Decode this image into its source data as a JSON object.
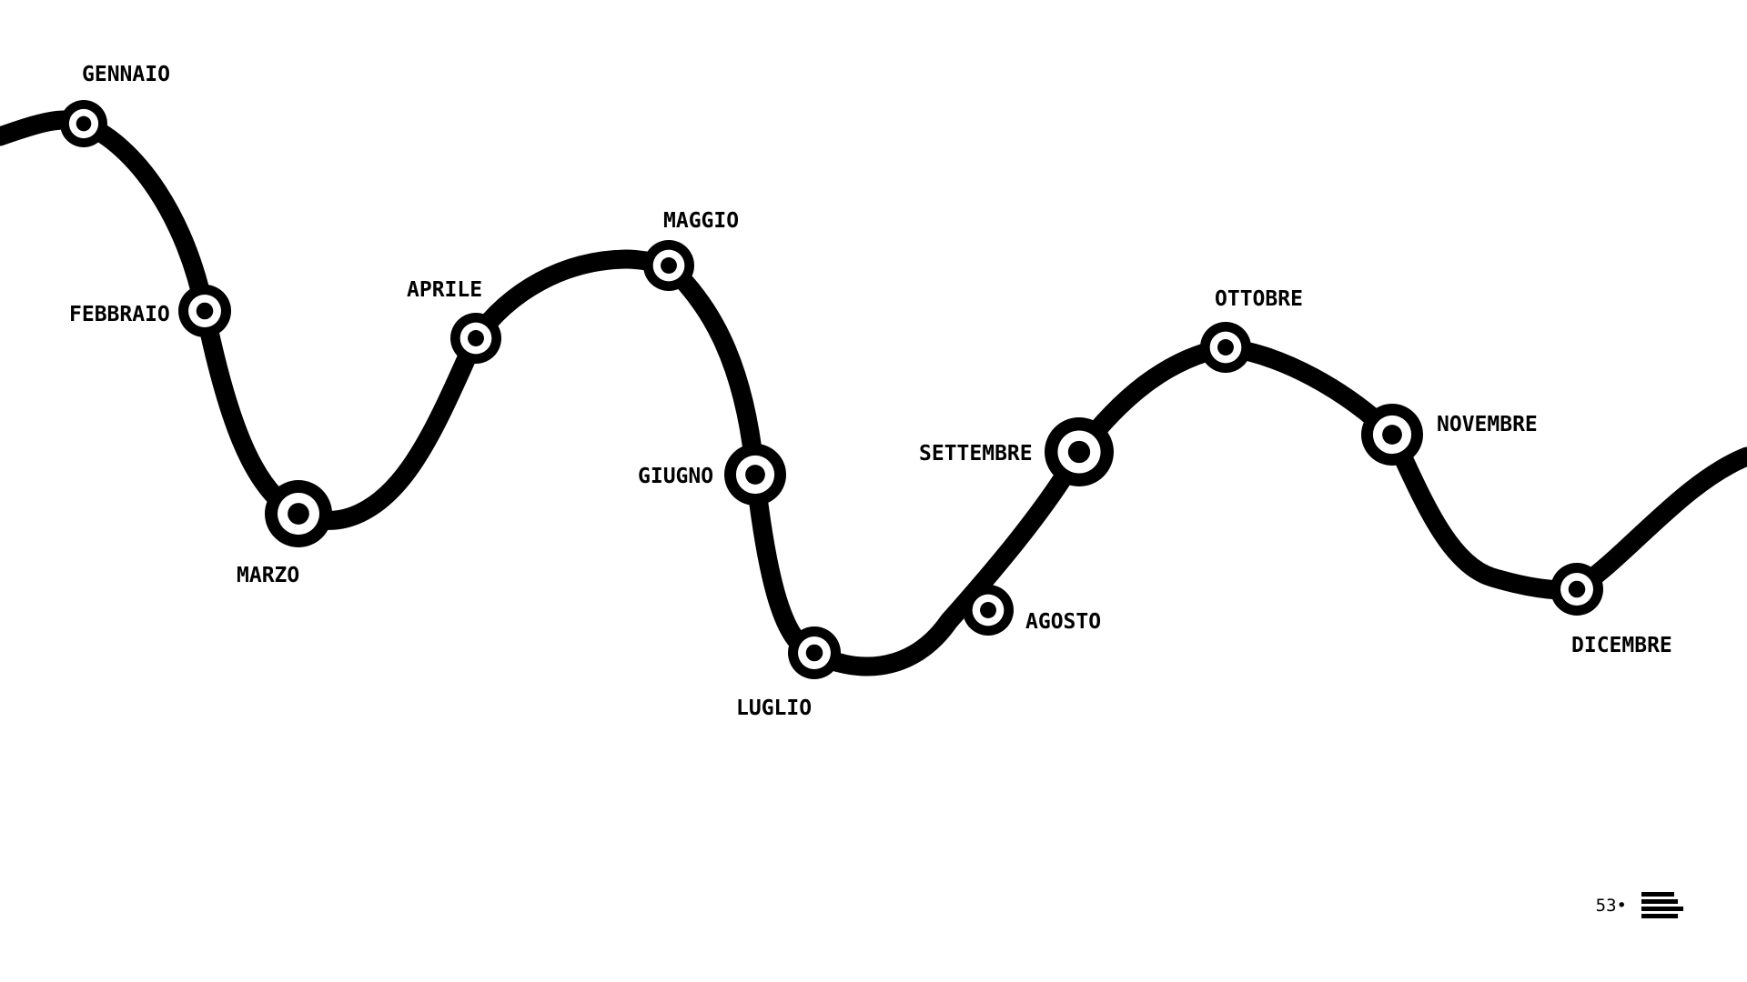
{
  "colors": {
    "line": "#000000",
    "background": "#ffffff"
  },
  "months": [
    {
      "id": "gennaio",
      "label": "GENNAIO"
    },
    {
      "id": "febbraio",
      "label": "FEBBRAIO"
    },
    {
      "id": "marzo",
      "label": "MARZO"
    },
    {
      "id": "aprile",
      "label": "APRILE"
    },
    {
      "id": "maggio",
      "label": "MAGGIO"
    },
    {
      "id": "giugno",
      "label": "GIUGNO"
    },
    {
      "id": "luglio",
      "label": "LUGLIO"
    },
    {
      "id": "agosto",
      "label": "AGOSTO"
    },
    {
      "id": "settembre",
      "label": "SETTEMBRE"
    },
    {
      "id": "ottobre",
      "label": "OTTOBRE"
    },
    {
      "id": "novembre",
      "label": "NOVEMBRE"
    },
    {
      "id": "dicembre",
      "label": "DICEMBRE"
    }
  ],
  "footer": {
    "page_number": "53•",
    "menu_icon": "menu-bars-icon"
  }
}
